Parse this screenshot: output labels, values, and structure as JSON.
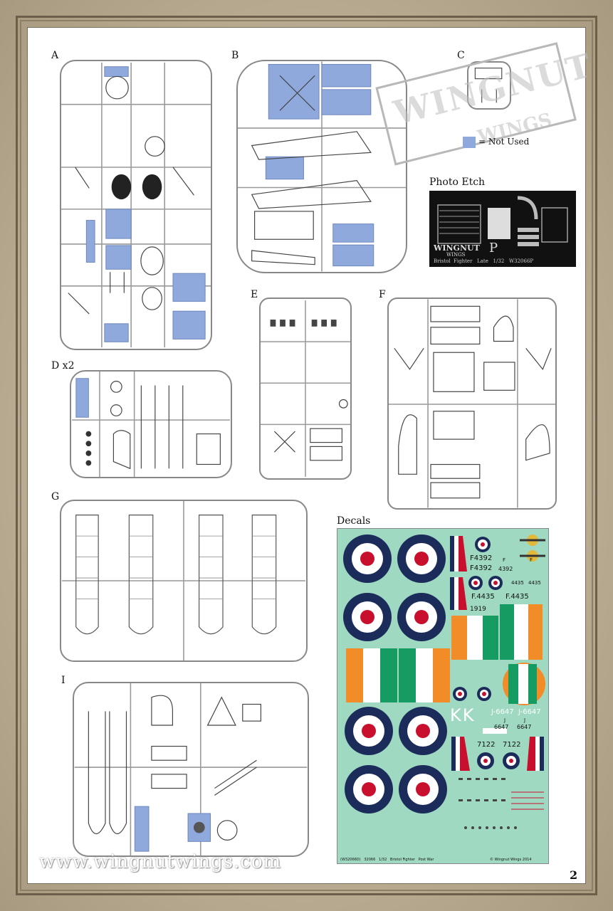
{
  "sprues": {
    "a": "A",
    "b": "B",
    "c": "C",
    "d": "D x2",
    "e": "E",
    "f": "F",
    "g": "G",
    "i": "I"
  },
  "legend": {
    "not_used": "= Not Used",
    "color": "#8fa9dd"
  },
  "photo_etch": {
    "title": "Photo Etch",
    "brand": "WINGNUT",
    "brand_sub": "WINGS",
    "letter": "P",
    "caption": "Bristol  Fighter   Late   1/32   W32066P"
  },
  "decals": {
    "title": "Decals",
    "serials": [
      "F4392",
      "F4392",
      "4392",
      "F",
      "F",
      "4435",
      "4435",
      "F.4435",
      "F.4435",
      "1919",
      "KK",
      "J-6647",
      "J-6647",
      "J",
      "J",
      "6647",
      "6647",
      "7122",
      "7122"
    ],
    "footer_left": "(W32066D)   32066   1/32   Bristol Fighter   Post War",
    "footer_right": "© Wingnut Wings 2014"
  },
  "watermark": {
    "line1": "WINGNUT",
    "line2": "WINGS"
  },
  "website": "www.wingnutwings.com",
  "page_number": "2"
}
